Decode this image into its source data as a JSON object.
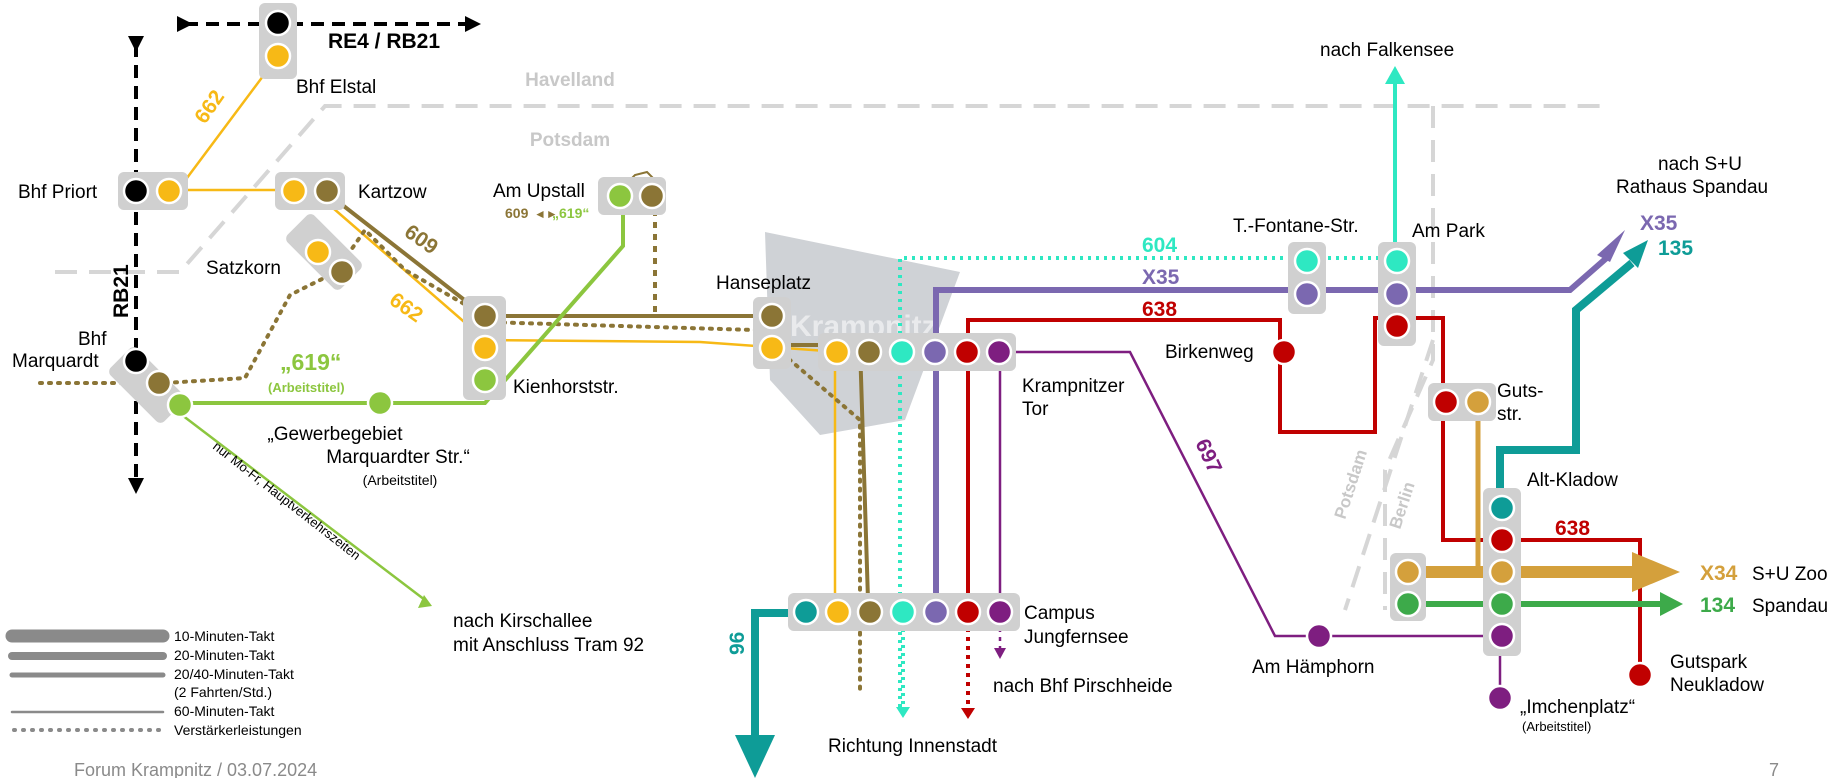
{
  "regions": {
    "havelland": "Havelland",
    "potsdam_top": "Potsdam",
    "potsdam_side": "Potsdam",
    "berlin_side": "Berlin",
    "watermark": "Krampnitz"
  },
  "rail": {
    "horizontal_label": "RE4 / RB21",
    "vertical_label": "RB21"
  },
  "stops": {
    "bhf_elstal": "Bhf Elstal",
    "bhf_priort": "Bhf Priort",
    "kartzow": "Kartzow",
    "satzkorn": "Satzkorn",
    "bhf_marquardt_1": "Bhf",
    "bhf_marquardt_2": "Marquardt",
    "am_upstall": "Am Upstall",
    "upstall_note_a": "609",
    "upstall_note_b": "„619“",
    "kienhorststr": "Kienhorststr.",
    "gewerbe_1": "„Gewerbegebiet",
    "gewerbe_2": "Marquardter Str.“",
    "gewerbe_3": "(Arbeitstitel)",
    "hanseplatz": "Hanseplatz",
    "krampnitzer_tor_1": "Krampnitzer",
    "krampnitzer_tor_2": "Tor",
    "birkenweg": "Birkenweg",
    "fontane": "T.-Fontane-Str.",
    "am_park": "Am Park",
    "guts_1": "Guts-",
    "guts_2": "str.",
    "alt_kladow": "Alt-Kladow",
    "campus_1": "Campus",
    "campus_2": "Jungfernsee",
    "am_haemphorn": "Am Hämphorn",
    "imchenplatz_1": "„Imchenplatz“",
    "imchenplatz_2": "(Arbeitstitel)",
    "gutspark_1": "Gutspark",
    "gutspark_2": "Neukladow"
  },
  "destinations": {
    "falkensee": "nach Falkensee",
    "rathaus_1": "nach S+U",
    "rathaus_2": "Rathaus Spandau",
    "kirschallee_1": "nach Kirschallee",
    "kirschallee_2": "mit Anschluss Tram 92",
    "pirschheide": "nach Bhf Pirschheide",
    "innenstadt": "Richtung Innenstadt",
    "x34_dest": "S+U Zoo",
    "l134_dest": "Spandau",
    "mofr_note": "nur Mo-Fr, Hauptverkehrszeiten"
  },
  "lines": [
    {
      "id": "662",
      "label": "662",
      "color": "#F7B916"
    },
    {
      "id": "609",
      "label": "609",
      "color": "#8B7536"
    },
    {
      "id": "619",
      "label": "„619“",
      "sub": "(Arbeitstitel)",
      "color": "#8CC63F"
    },
    {
      "id": "604",
      "label": "604",
      "color": "#2EE8C2"
    },
    {
      "id": "X35",
      "label": "X35",
      "color": "#7B68B0"
    },
    {
      "id": "638",
      "label": "638",
      "color": "#C00000"
    },
    {
      "id": "697",
      "label": "697",
      "color": "#7E1E80"
    },
    {
      "id": "96",
      "label": "96",
      "color": "#0E9C97"
    },
    {
      "id": "135",
      "label": "135",
      "color": "#0E9C97"
    },
    {
      "id": "X34",
      "label": "X34",
      "color": "#D4A03C"
    },
    {
      "id": "134",
      "label": "134",
      "color": "#3DAA4A"
    },
    {
      "id": "rail",
      "label": "RB21",
      "color": "#000000"
    }
  ],
  "legend": [
    {
      "label": "10-Minuten-Takt"
    },
    {
      "label": "20-Minuten-Takt"
    },
    {
      "label": "20/40-Minuten-Takt",
      "sub": "(2 Fahrten/Std.)"
    },
    {
      "label": "60-Minuten-Takt"
    },
    {
      "label": "Verstärkerleistungen"
    }
  ],
  "footer": {
    "source": "Forum Krampnitz / 03.07.2024",
    "page": "7"
  }
}
